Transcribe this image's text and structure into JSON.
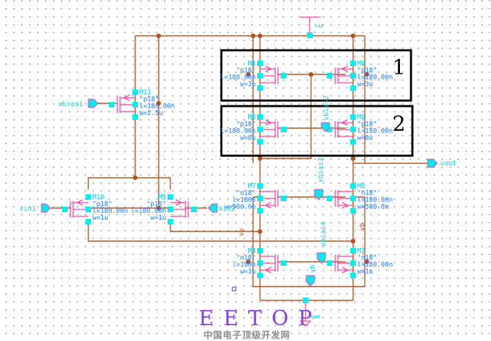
{
  "schematic": {
    "title": "Folded-cascode op-amp schematic",
    "supply": {
      "vdd": "vdd",
      "gnd": "gnd"
    },
    "pins": {
      "vbias1": "vbias1",
      "vin1": "vin1",
      "vin2": "vin2",
      "vout": "vout",
      "vbias2": "vbias2",
      "vbias3": "vbias3",
      "vbias4": "vbias4",
      "vb": "vb"
    },
    "net_labels": {
      "vb_left": "vb",
      "vb_right": "vb"
    },
    "boxes": [
      {
        "number": "1",
        "contains": [
          "M1",
          "M0"
        ]
      },
      {
        "number": "2",
        "contains": [
          "M5",
          "M6"
        ]
      }
    ],
    "transistors": {
      "M11": {
        "name": "M11",
        "model": "\"p18\"",
        "l": "l=180.00n",
        "w": "w=2.5u"
      },
      "M1": {
        "name": "M1",
        "model": "\"p18\"",
        "l": "l=180.00n",
        "w": "w=3u"
      },
      "M0": {
        "name": "M0",
        "model": "\"p18\"",
        "l": "l=180.00n",
        "w": "w=3u"
      },
      "M5": {
        "name": "M5",
        "model": "\"p18\"",
        "l": "l=180.00n",
        "w": "w=8u"
      },
      "M6": {
        "name": "M6",
        "model": "\"p18\"",
        "l": "l=180.00n",
        "w": "w=8u"
      },
      "M10": {
        "name": "M10",
        "model": "\"p18\"",
        "l": "l=180.00n",
        "w": "w=1u"
      },
      "M9": {
        "name": "M9",
        "model": "\"p18\"",
        "l": "l=180.00n",
        "w": "w=1u"
      },
      "M7": {
        "name": "M7",
        "model": "\"n18\"",
        "l": "l=180n",
        "w": "w=500.0n"
      },
      "M8": {
        "name": "M8",
        "model": "\"n18\"",
        "l": "l=180.00n",
        "w": "w=500.0n"
      },
      "M3": {
        "name": "M3",
        "model": "\"n18\"",
        "l": "l=180n",
        "w": "w=1u"
      },
      "M2": {
        "name": "M2",
        "model": "\"n18\"",
        "l": "l=180.00n",
        "w": "w=1u"
      }
    }
  },
  "watermark": {
    "logo": "EETOP",
    "subtitle": "中国电子顶级开发网"
  },
  "colors": {
    "wire": "#b5501a",
    "symbol": "#ff3fa0",
    "pin": "#00f0f0",
    "label": "#00c8f0",
    "param": "#1e7fff",
    "box": "#000000",
    "logo": "#8a3ee0"
  }
}
